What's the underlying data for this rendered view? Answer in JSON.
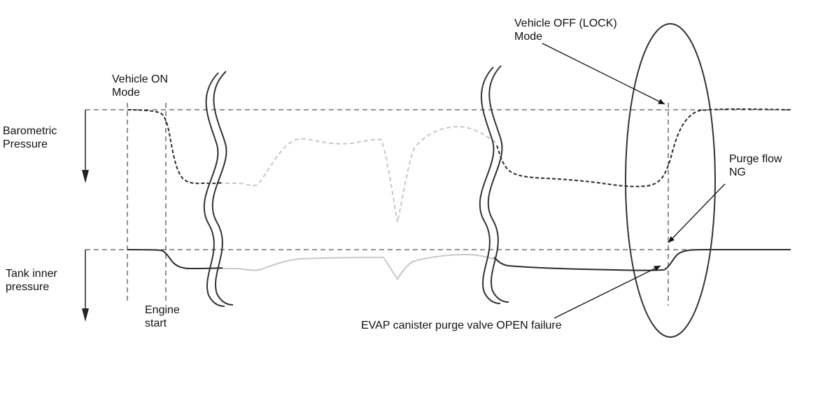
{
  "labels": {
    "barometric_pressure": [
      "Barometric",
      "Pressure"
    ],
    "tank_inner_pressure": [
      "Tank inner",
      "pressure"
    ],
    "vehicle_on_mode": [
      "Vehicle ON",
      "Mode"
    ],
    "engine_start": [
      "Engine",
      "start"
    ],
    "vehicle_off_lock_mode": [
      "Vehicle OFF (LOCK)",
      "Mode"
    ],
    "purge_flow_ng": [
      "Purge flow",
      "NG"
    ],
    "evap_failure": "EVAP canister purge valve OPEN failure"
  },
  "colors": {
    "line": "#2b2b2b",
    "faded_line": "#c8c8c8",
    "guide": "#555555",
    "text": "#111111"
  }
}
